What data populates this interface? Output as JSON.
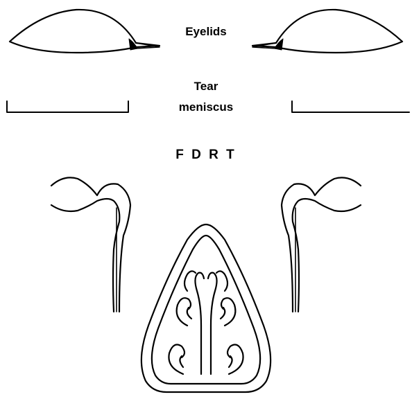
{
  "labels": {
    "eyelids": "Eyelids",
    "tear": "Tear",
    "meniscus": "meniscus",
    "fdrt": "FDRT"
  },
  "colors": {
    "stroke": "#000000",
    "background": "#ffffff"
  }
}
